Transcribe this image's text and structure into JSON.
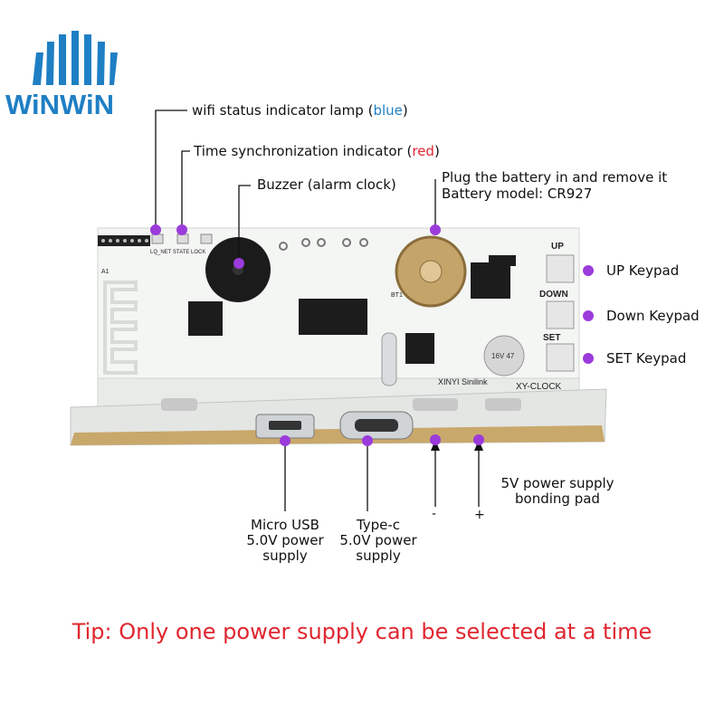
{
  "logo": {
    "text": "WiNWiN",
    "accent": "#1f7fc4"
  },
  "colors": {
    "marker": "#9b3bdb",
    "blue_word": "#1f7fc4",
    "red_word": "#e0262f",
    "tip": "#e0262f"
  },
  "labels": {
    "wifi": {
      "text": "wifi status indicator lamp",
      "open": "(",
      "color_word": "blue",
      "close": ")"
    },
    "time_sync": {
      "text": "Time synchronization indicator",
      "open": "(",
      "color_word": "red",
      "close": ")"
    },
    "buzzer": "Buzzer (alarm clock)",
    "battery_line1": "Plug the battery in and remove it",
    "battery_line2": "Battery model: CR927",
    "up": "UP Keypad",
    "down": "Down Keypad",
    "set": "SET Keypad",
    "micro_usb": [
      "Micro USB",
      "5.0V power",
      "supply"
    ],
    "type_c": [
      "Type-c",
      "5.0V power",
      "supply"
    ],
    "pad": [
      "5V power supply",
      "bonding pad"
    ],
    "minus": "-",
    "plus": "+"
  },
  "board": {
    "silk_up": "UP",
    "silk_down": "DOWN",
    "silk_set": "SET",
    "silk_xinyi": "XINYI Sinilink",
    "silk_clock": "XY-CLOCK",
    "silk_leds": "LQ_NET STATE LOCK",
    "silk_a1": "A1",
    "silk_bt1": "BT1",
    "cap_text": "16V 47"
  },
  "tip": "Tip: Only one power supply can be selected at a time"
}
